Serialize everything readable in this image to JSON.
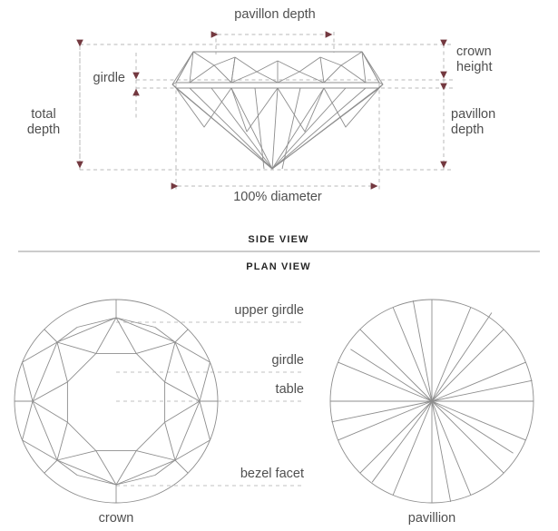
{
  "title": "Diamond proportions diagram",
  "colors": {
    "arrow": "#73383f",
    "dash": "#b9b9b9",
    "gem_line": "#8d8d8d",
    "text": "#4f4f4f",
    "heading": "#262626",
    "divider": "#9a9a9a",
    "background": "#ffffff"
  },
  "side_view": {
    "heading": "SIDE VIEW",
    "labels": {
      "pavillon_depth_top": "pavillon depth",
      "crown_height": "crown\nheight",
      "pavillon_depth_right": "pavillon\ndepth",
      "girdle": "girdle",
      "total_depth": "total\ndepth",
      "diameter": "100% diameter"
    }
  },
  "plan_view": {
    "heading": "PLAN VIEW",
    "callouts": [
      {
        "label": "upper girdle"
      },
      {
        "label": "girdle"
      },
      {
        "label": "table"
      },
      {
        "label": "bezel facet"
      }
    ],
    "crown_caption": "crown",
    "pavillion_caption": "pavillion"
  }
}
